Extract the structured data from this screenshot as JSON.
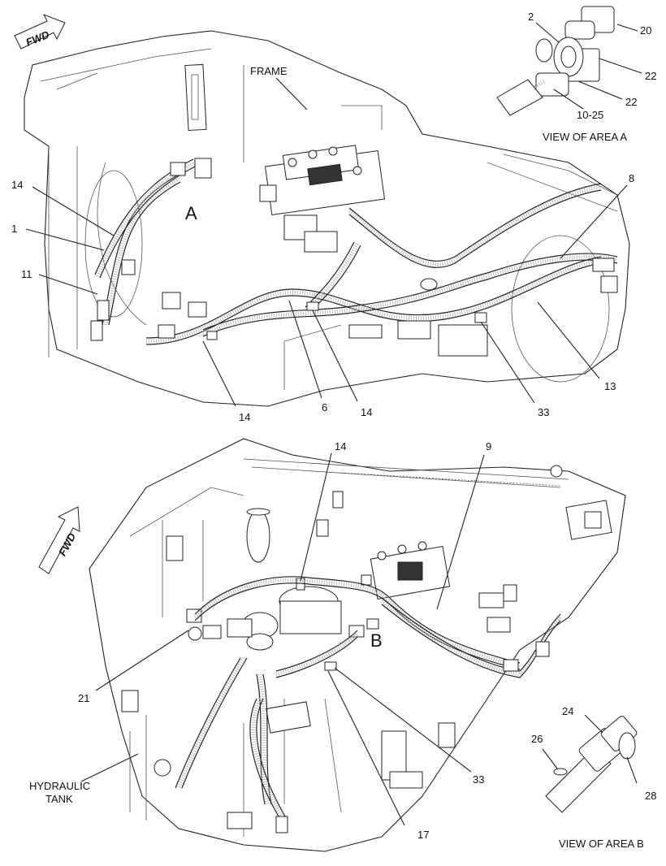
{
  "top_view": {
    "fwd_label": "FWD",
    "frame_label": "FRAME",
    "area_marker": "A",
    "callouts": [
      "14",
      "1",
      "11",
      "14",
      "6",
      "14",
      "33",
      "13",
      "8"
    ],
    "inset": {
      "callouts": [
        "2",
        "20",
        "22",
        "22",
        "10-25"
      ],
      "caption": "VIEW OF AREA  A"
    }
  },
  "bottom_view": {
    "fwd_label": "FWD",
    "area_marker": "B",
    "callouts": [
      "14",
      "9",
      "21",
      "17",
      "33"
    ],
    "hydraulic_tank_label_line1": "HYDRAULIC",
    "hydraulic_tank_label_line2": "TANK",
    "inset": {
      "callouts": [
        "24",
        "26",
        "28"
      ],
      "caption": "VIEW OF AREA  B"
    }
  }
}
